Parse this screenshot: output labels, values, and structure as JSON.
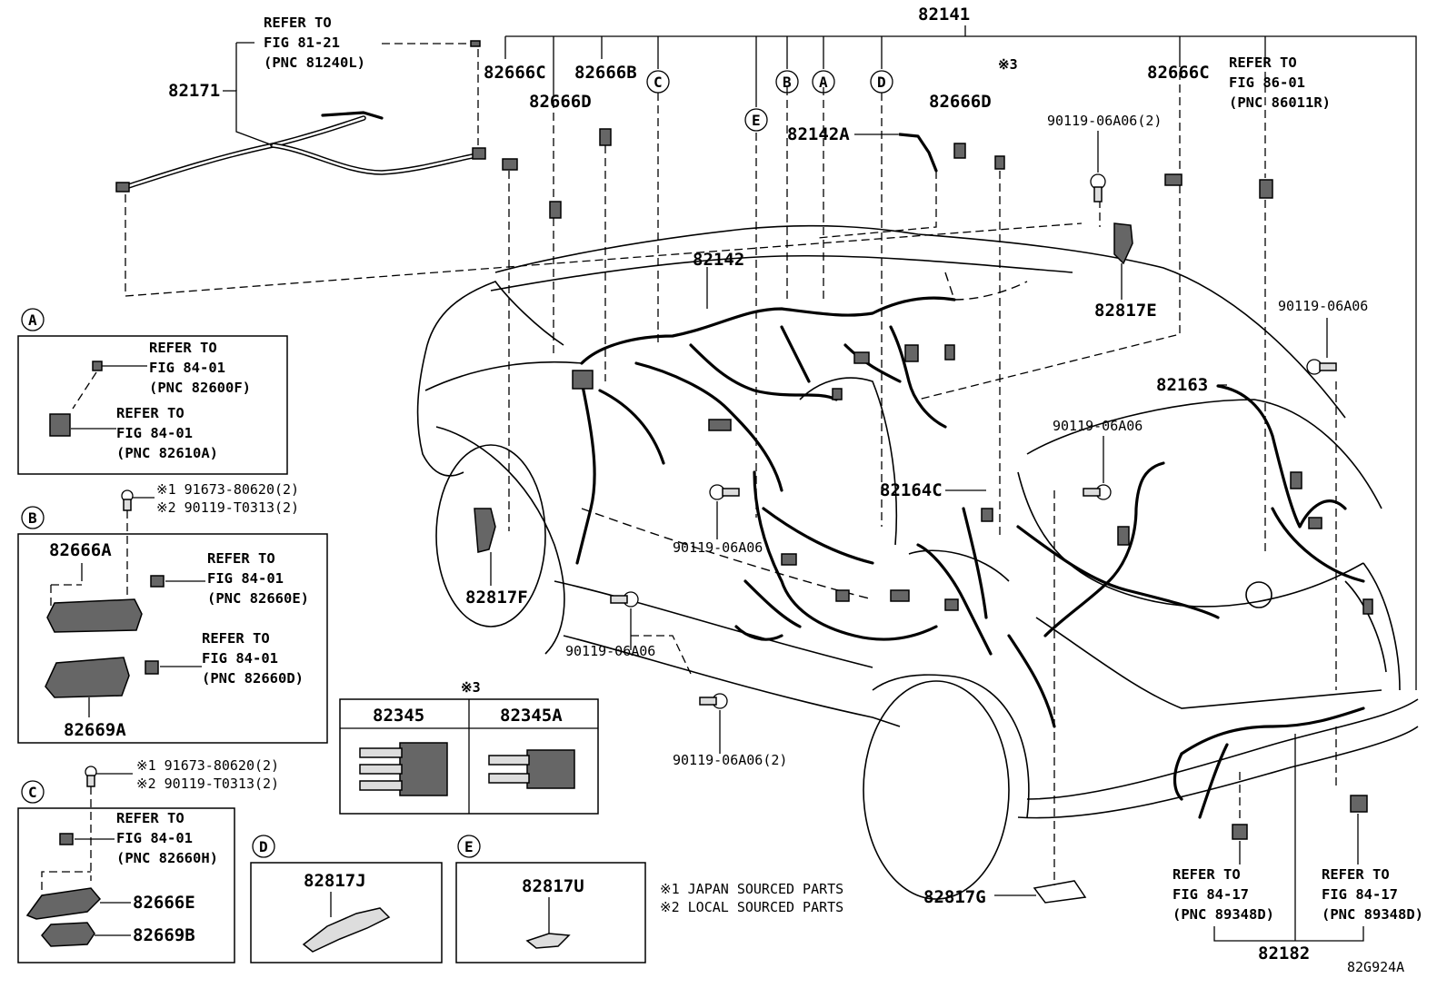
{
  "refs": {
    "r8121": [
      "REFER TO",
      "FIG 81-21",
      "(PNC 81240L)"
    ],
    "r8601": [
      "REFER TO",
      "FIG 86-01",
      "(PNC 86011R)"
    ],
    "rA1": [
      "REFER TO",
      "FIG 84-01",
      "(PNC 82600F)"
    ],
    "rA2": [
      "REFER TO",
      "FIG 84-01",
      "(PNC 82610A)"
    ],
    "rB1": [
      "REFER TO",
      "FIG 84-01",
      "(PNC 82660E)"
    ],
    "rB2": [
      "REFER TO",
      "FIG 84-01",
      "(PNC 82660D)"
    ],
    "rC1": [
      "REFER TO",
      "FIG 84-01",
      "(PNC 82660H)"
    ],
    "rR1": [
      "REFER TO",
      "FIG 84-17",
      "(PNC 89348D)"
    ],
    "rR2": [
      "REFER TO",
      "FIG 84-17",
      "(PNC 89348D)"
    ]
  },
  "parts": {
    "p82141": "82141",
    "p82171": "82171",
    "p82666C_left": "82666C",
    "p82666B": "82666B",
    "p82666D_left": "82666D",
    "p82142A": "82142A",
    "p82666D_right": "82666D",
    "p82666C_right": "82666C",
    "p82142": "82142",
    "p82817E": "82817E",
    "p82163": "82163",
    "p82164C": "82164C",
    "p82817F": "82817F",
    "p82817G": "82817G",
    "p82182": "82182",
    "p82666A": "82666A",
    "p82669A": "82669A",
    "p82666E": "82666E",
    "p82669B": "82669B",
    "p82817J": "82817J",
    "p82817U": "82817U",
    "p82345": "82345",
    "p82345A": "82345A"
  },
  "bolts": {
    "b1": "90119-06A06(2)",
    "b2": "90119-06A06",
    "b3": "90119-06A06",
    "b4": "90119-06A06",
    "b5": "90119-06A06",
    "b6": "90119-06A06(2)"
  },
  "mark3": "※3",
  "boxB_notes": [
    "※1 91673-80620(2)",
    "※2 90119-T0313(2)"
  ],
  "boxC_notes": [
    "※1 91673-80620(2)",
    "※2 90119-T0313(2)"
  ],
  "table_mark": "※3",
  "callouts": {
    "A": "A",
    "B": "B",
    "C": "C",
    "D": "D",
    "E": "E"
  },
  "legend": [
    "※1 JAPAN SOURCED PARTS",
    "※2 LOCAL SOURCED PARTS"
  ],
  "diagram_code": "82G924A"
}
